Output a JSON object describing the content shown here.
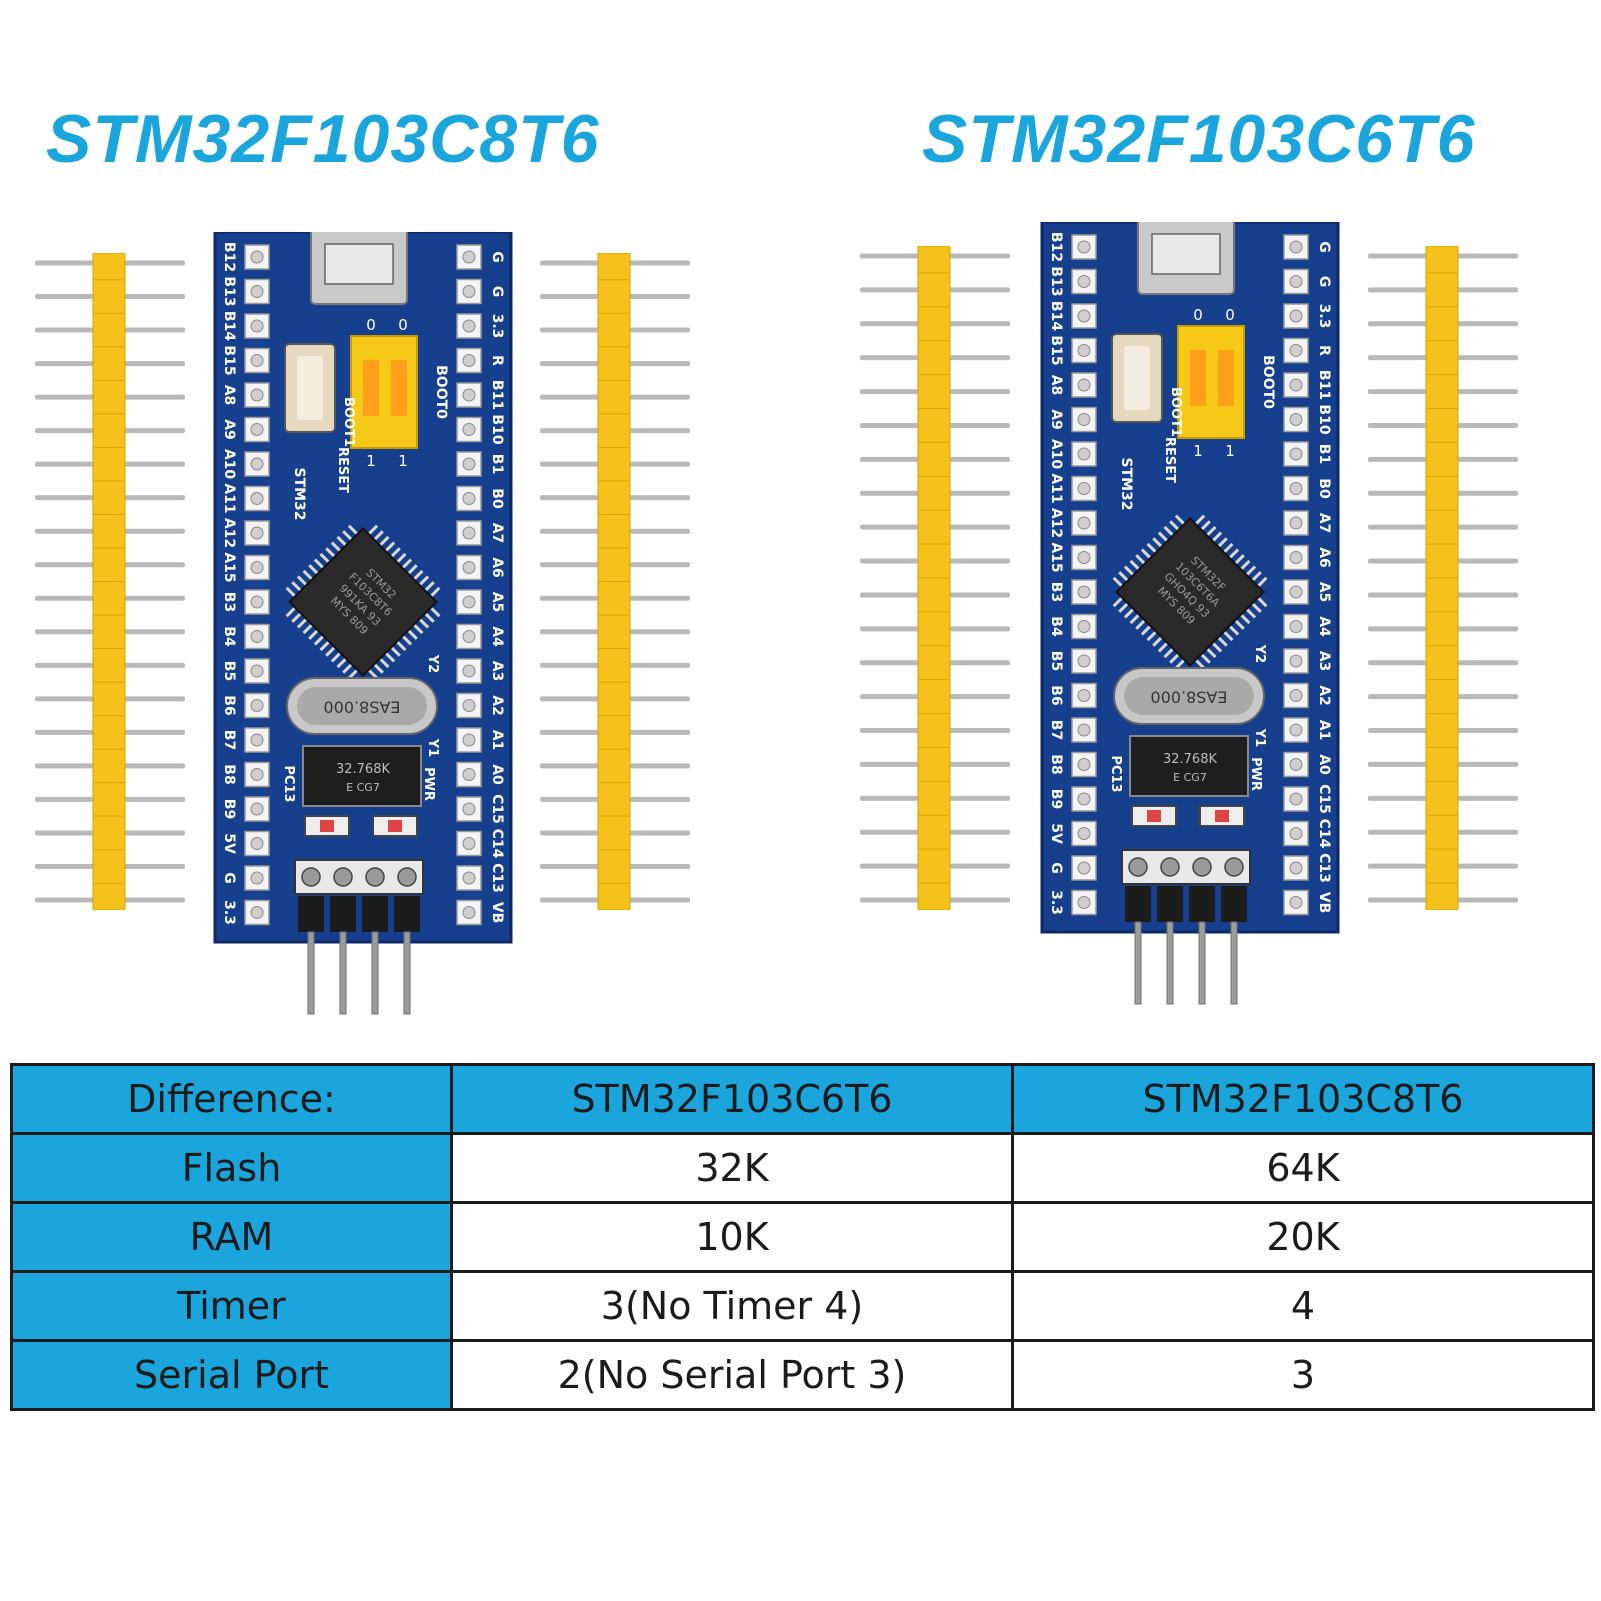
{
  "titles": {
    "left": "STM32F103C8T6",
    "right": "STM32F103C6T6"
  },
  "board": {
    "left_pins": [
      "B12",
      "B13",
      "B14",
      "B15",
      "A8",
      "A9",
      "A10",
      "A11",
      "A12",
      "A15",
      "B3",
      "B4",
      "B5",
      "B6",
      "B7",
      "B8",
      "B9",
      "5V",
      "G",
      "3.3"
    ],
    "right_pins": [
      "G",
      "G",
      "3.3",
      "R",
      "B11",
      "B10",
      "B1",
      "B0",
      "A7",
      "A6",
      "A5",
      "A4",
      "A3",
      "A2",
      "A1",
      "A0",
      "C15",
      "C14",
      "C13",
      "VB"
    ],
    "labels": {
      "boot0": "BOOT0",
      "boot1": "BOOT1",
      "reset": "RESET",
      "stm32": "STM32",
      "pc13": "PC13",
      "pwr": "PWR",
      "y1": "Y1",
      "y2": "Y2",
      "zero": "0",
      "one": "1"
    },
    "crystal": "EAS8.000",
    "rtc_crystal": [
      "32.768K",
      "E CG7"
    ]
  },
  "boards": [
    {
      "chip_lines": [
        "STM32",
        "F103C8T6",
        "991KA 93",
        "MYS 809"
      ]
    },
    {
      "chip_lines": [
        "STM32F",
        "103C6T6A",
        "GHO4Q 93",
        "MYS 809"
      ]
    }
  ],
  "table": {
    "headers": [
      "Difference:",
      "STM32F103C6T6",
      "STM32F103C8T6"
    ],
    "rows": [
      {
        "label": "Flash",
        "c6": "32K",
        "c8": "64K"
      },
      {
        "label": "RAM",
        "c6": "10K",
        "c8": "20K"
      },
      {
        "label": "Timer",
        "c6": "3(No Timer 4)",
        "c8": "4"
      },
      {
        "label": "Serial Port",
        "c6": "2(No Serial Port 3)",
        "c8": "3"
      }
    ]
  },
  "colors": {
    "title": "#1aa6dc",
    "pcb": "#163f8e",
    "header_plastic": "#f4c21a",
    "table_accent": "#1aa6dc"
  }
}
